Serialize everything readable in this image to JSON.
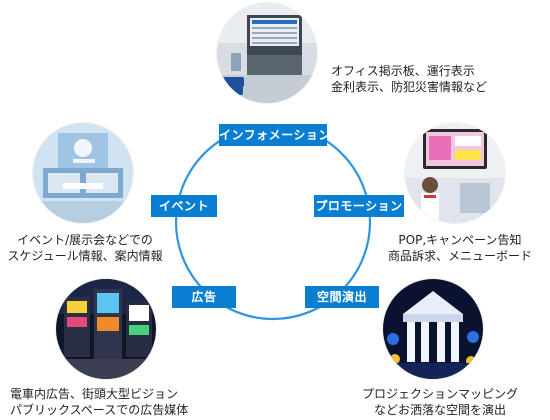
{
  "colors": {
    "accent": "#0a7fd1",
    "ring": "#2e95df"
  },
  "categories": {
    "information": "インフォメーション",
    "event": "イベント",
    "promotion": "プロモーション",
    "advertising": "広告",
    "spatial": "空間演出"
  },
  "captions": {
    "information": [
      "オフィス掲示板、運行表示",
      "金利表示、防犯災害情報など"
    ],
    "event": [
      "イベント/展示会などでの",
      "スケジュール情報、案内情報"
    ],
    "promotion": [
      "POP,キャンペーン告知",
      "商品訴求、メニューボード"
    ],
    "advertising": [
      "電車内広告、街頭大型ビジョン",
      "パブリックスペースでの広告媒体"
    ],
    "spatial": [
      "プロジェクションマッピング",
      "などお洒落な空間を演出"
    ]
  }
}
